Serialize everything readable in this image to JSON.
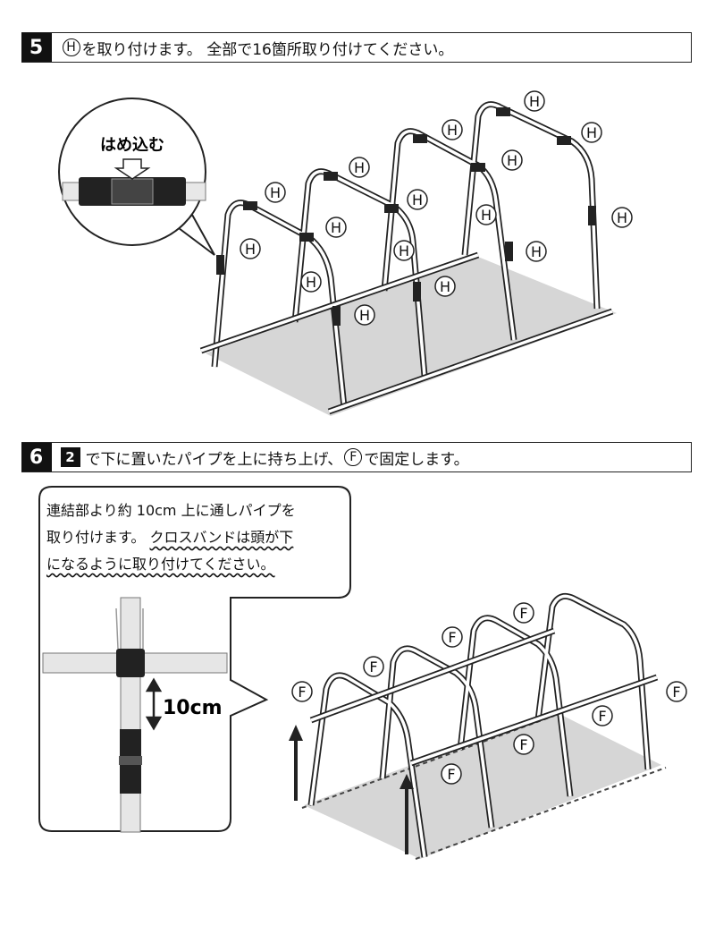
{
  "step5": {
    "number": "5",
    "part_letter": "H",
    "text": "を取り付けます。 全部で16箇所取り付けてください。",
    "callout_label": "はめ込む",
    "marker": "H"
  },
  "step6": {
    "number": "6",
    "ref_step": "2",
    "text_a": "で下に置いたパイプを上に持ち上げ、",
    "part_letter": "F",
    "text_b": "で固定します。",
    "note_line1": "連結部より約 10cm 上に通しパイプを",
    "note_line2_a": "取り付けます。",
    "note_line2_b": "クロスバンドは頭が下",
    "note_line3": "になるように取り付けてください。",
    "dimension": "10cm",
    "marker": "F"
  }
}
